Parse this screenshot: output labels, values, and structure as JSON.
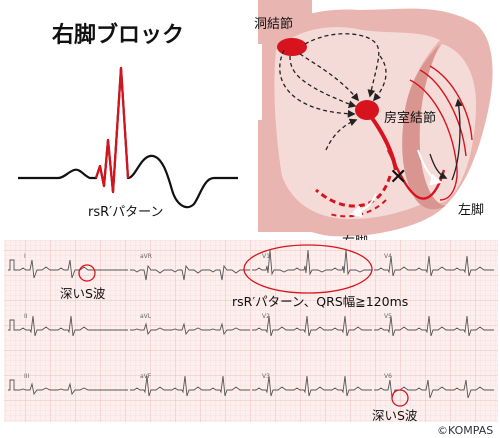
{
  "title": "右脚ブロック",
  "rsr_label": "rsR′パターン",
  "heart": {
    "sa_node": "洞結節",
    "av_node": "房室結節",
    "left_bundle": "左脚",
    "right_bundle": "右脚",
    "block_mark": "✕"
  },
  "ecg": {
    "leads": [
      "I",
      "II",
      "III",
      "aVR",
      "aVL",
      "aVF",
      "V1",
      "V2",
      "V3",
      "V4",
      "V5",
      "V6"
    ],
    "annotations": {
      "deep_s_lead1": "深いS波",
      "rsr_qrs": "rsR′パターン、QRS幅≧120ms",
      "deep_s_v6": "深いS波"
    }
  },
  "copyright": "©KOMPAS",
  "colors": {
    "accent_red": "#d7141e",
    "heart_outer": "#e9b5b1",
    "heart_inner": "#f5dbd8",
    "ecg_grid": "#f0c8c4",
    "ecg_paper": "#fcefee",
    "ecg_trace": "#555555"
  }
}
